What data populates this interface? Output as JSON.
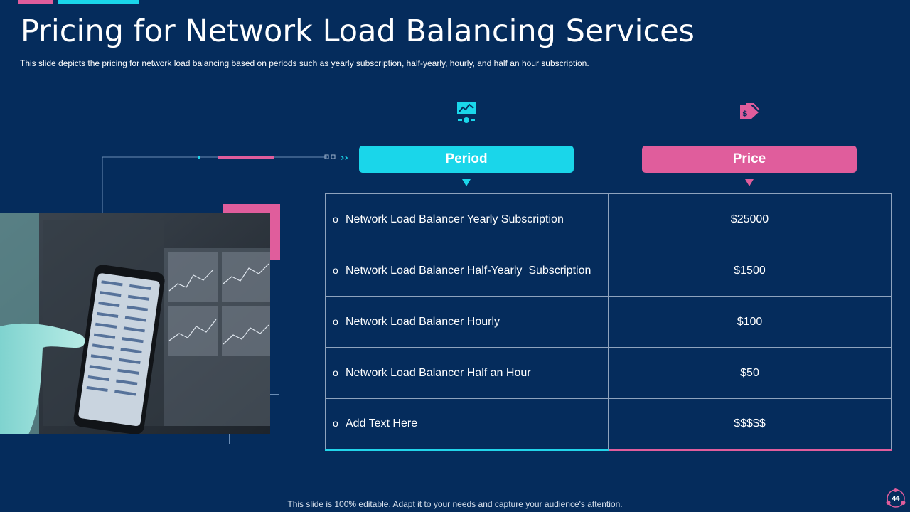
{
  "slide": {
    "title": "Pricing for Network Load Balancing Services",
    "subtitle": "This slide depicts the pricing for network load balancing based on periods such as yearly subscription, half-yearly, hourly, and half an hour subscription."
  },
  "columns": {
    "period_label": "Period",
    "price_label": "Price",
    "period_icon": "monitor-chart-icon",
    "price_icon": "price-tag-icon"
  },
  "rows": [
    {
      "bullet": "o",
      "period": "Network Load Balancer Yearly Subscription",
      "price": "$25000"
    },
    {
      "bullet": "o",
      "period": "Network Load Balancer Half-Yearly  Subscription",
      "price": "$1500"
    },
    {
      "bullet": "o",
      "period": "Network Load Balancer Hourly",
      "price": "$100"
    },
    {
      "bullet": "o",
      "period": "Network Load Balancer Half an Hour",
      "price": "$50"
    },
    {
      "bullet": "o",
      "period": "Add Text Here",
      "price": "$$$$$"
    }
  ],
  "footer": {
    "note": "This slide is 100% editable. Adapt it to your needs and capture your audience's attention.",
    "page_number": "44"
  },
  "colors": {
    "background": "#052c5c",
    "cyan": "#1ad6ea",
    "pink": "#e05d9c"
  }
}
